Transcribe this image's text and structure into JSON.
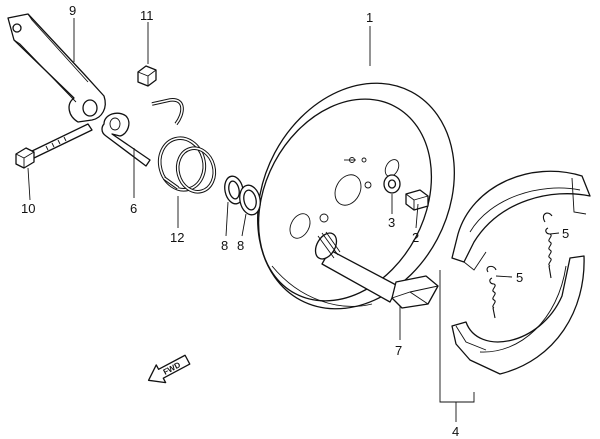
{
  "diagram": {
    "callouts": [
      {
        "id": "c1",
        "text": "1"
      },
      {
        "id": "c2",
        "text": "2"
      },
      {
        "id": "c3",
        "text": "3"
      },
      {
        "id": "c4",
        "text": "4"
      },
      {
        "id": "c5a",
        "text": "5"
      },
      {
        "id": "c5b",
        "text": "5"
      },
      {
        "id": "c6",
        "text": "6"
      },
      {
        "id": "c7",
        "text": "7"
      },
      {
        "id": "c8a",
        "text": "8"
      },
      {
        "id": "c8b",
        "text": "8"
      },
      {
        "id": "c9",
        "text": "9"
      },
      {
        "id": "c10",
        "text": "10"
      },
      {
        "id": "c11",
        "text": "11"
      },
      {
        "id": "c12",
        "text": "12"
      }
    ],
    "fwd_label": "FWD"
  }
}
